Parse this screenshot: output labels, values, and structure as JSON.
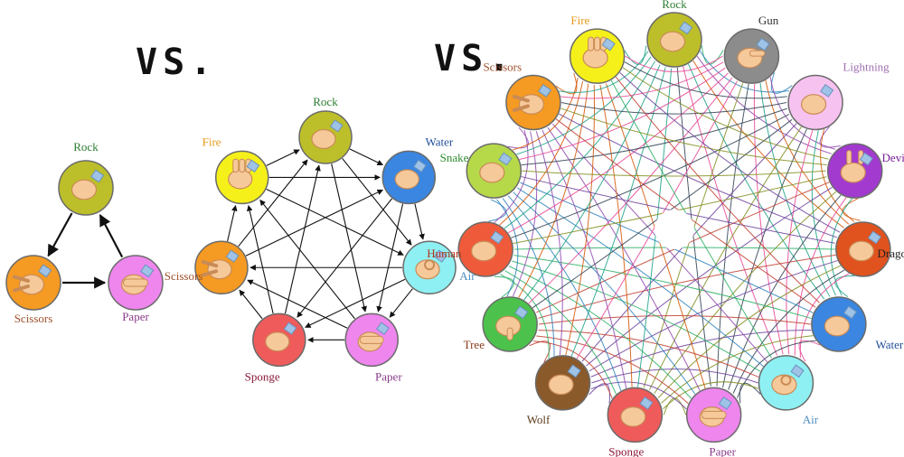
{
  "vs_labels": [
    "VS.",
    "VS."
  ],
  "diagrams": [
    {
      "id": "rps3",
      "nodes": [
        {
          "key": "rock",
          "label": "Rock",
          "color": "#bdbf2a",
          "label_color": "#2e7d32",
          "icon": "fist-icon"
        },
        {
          "key": "scissors",
          "label": "Scissors",
          "color": "#f59a22",
          "label_color": "#a0522d",
          "icon": "scissors-hand-icon"
        },
        {
          "key": "paper",
          "label": "Paper",
          "color": "#ee86ee",
          "label_color": "#8a3a8a",
          "icon": "flat-hand-icon"
        }
      ],
      "edges": [
        [
          "rock",
          "scissors"
        ],
        [
          "scissors",
          "paper"
        ],
        [
          "paper",
          "rock"
        ]
      ]
    },
    {
      "id": "rps7",
      "nodes": [
        {
          "key": "rock",
          "label": "Rock",
          "color": "#bdbf2a",
          "label_color": "#2e7d32",
          "icon": "fist-icon"
        },
        {
          "key": "water",
          "label": "Water",
          "color": "#3a86e0",
          "label_color": "#1f4e9a",
          "icon": "hand-icon"
        },
        {
          "key": "air",
          "label": "Air",
          "color": "#8ef0f2",
          "label_color": "#4f8fc0",
          "icon": "ok-hand-icon"
        },
        {
          "key": "paper",
          "label": "Paper",
          "color": "#ee86ee",
          "label_color": "#8a3a8a",
          "icon": "flat-hand-icon"
        },
        {
          "key": "sponge",
          "label": "Sponge",
          "color": "#ef5b5b",
          "label_color": "#8b1a3a",
          "icon": "fist-icon"
        },
        {
          "key": "scissors",
          "label": "Scissors",
          "color": "#f59a22",
          "label_color": "#a0522d",
          "icon": "scissors-hand-icon"
        },
        {
          "key": "fire",
          "label": "Fire",
          "color": "#f5f01a",
          "label_color": "#e69a1a",
          "icon": "three-fingers-icon"
        }
      ]
    },
    {
      "id": "rps15",
      "nodes": [
        {
          "key": "rock",
          "label": "Rock",
          "color": "#bdbf2a",
          "label_color": "#2e7d32",
          "icon": "fist-icon"
        },
        {
          "key": "gun",
          "label": "Gun",
          "color": "#8c8c8c",
          "label_color": "#333333",
          "icon": "gun-hand-icon"
        },
        {
          "key": "lightning",
          "label": "Lightning",
          "color": "#f6c2f0",
          "label_color": "#a070b0",
          "icon": "hand-icon"
        },
        {
          "key": "devil",
          "label": "Devil",
          "color": "#a23ad0",
          "label_color": "#7a1e9a",
          "icon": "horns-hand-icon"
        },
        {
          "key": "dragon",
          "label": "Dragon",
          "color": "#e0521e",
          "label_color": "#222222",
          "icon": "hand-icon"
        },
        {
          "key": "water",
          "label": "Water",
          "color": "#3a86e0",
          "label_color": "#1f4e9a",
          "icon": "hand-icon"
        },
        {
          "key": "air",
          "label": "Air",
          "color": "#8ef0f2",
          "label_color": "#4f8fc0",
          "icon": "ok-hand-icon"
        },
        {
          "key": "paper",
          "label": "Paper",
          "color": "#ee86ee",
          "label_color": "#8a3a8a",
          "icon": "flat-hand-icon"
        },
        {
          "key": "sponge",
          "label": "Sponge",
          "color": "#ef5b5b",
          "label_color": "#8b1a3a",
          "icon": "fist-icon"
        },
        {
          "key": "wolf",
          "label": "Wolf",
          "color": "#8b5a2b",
          "label_color": "#5a3a1a",
          "icon": "hand-icon"
        },
        {
          "key": "tree",
          "label": "Tree",
          "color": "#4cc24c",
          "label_color": "#8b3a1a",
          "icon": "thumb-down-icon"
        },
        {
          "key": "human",
          "label": "Human",
          "color": "#ef5b3a",
          "label_color": "#b0361a",
          "icon": "hand-icon"
        },
        {
          "key": "snake",
          "label": "Snake",
          "color": "#b6d94a",
          "label_color": "#2e8b2e",
          "icon": "hand-icon"
        },
        {
          "key": "scissors",
          "label": "Scissors",
          "color": "#f59a22",
          "label_color": "#a0522d",
          "icon": "scissors-hand-icon"
        },
        {
          "key": "fire",
          "label": "Fire",
          "color": "#f5f01a",
          "label_color": "#e69a1a",
          "icon": "three-fingers-icon"
        }
      ],
      "edge_palette": [
        "#c0392b",
        "#27ae60",
        "#2980b9",
        "#8e44ad",
        "#d35400",
        "#16a085",
        "#e84393",
        "#2c3e50",
        "#7f8c1a",
        "#6a3d9a"
      ]
    }
  ]
}
